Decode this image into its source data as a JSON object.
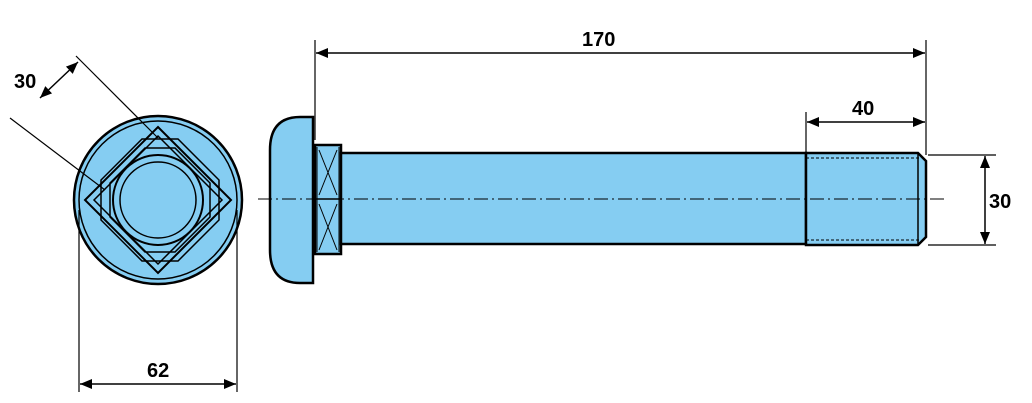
{
  "colors": {
    "part_fill": "#85cdf2",
    "outline": "#000000",
    "background": "#ffffff"
  },
  "dimensions": {
    "total_length": "170",
    "thread_length": "40",
    "shank_diameter": "30",
    "square_neck_across_flats": "30",
    "head_diameter": "62"
  }
}
